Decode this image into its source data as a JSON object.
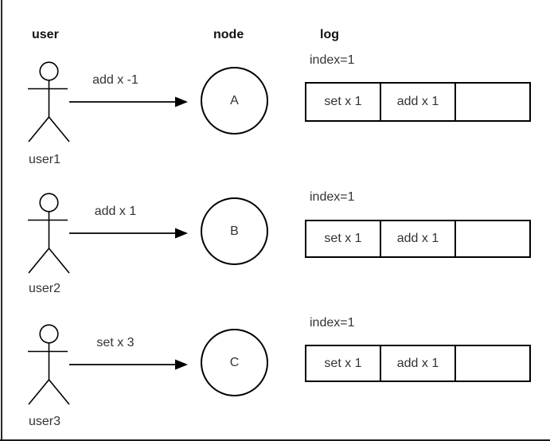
{
  "canvas": {
    "background": "#ffffff",
    "stroke_color": "#000000",
    "text_color": "#333333",
    "border_color": "#262626"
  },
  "headers": {
    "user": "user",
    "node": "node",
    "log": "log"
  },
  "rows": [
    {
      "user_label": "user1",
      "command": "add x -1",
      "node_label": "A",
      "log": {
        "index_label": "index=1",
        "cells": [
          "set x 1",
          "add x 1",
          ""
        ]
      }
    },
    {
      "user_label": "user2",
      "command": "add x 1",
      "node_label": "B",
      "log": {
        "index_label": "index=1",
        "cells": [
          "set x 1",
          "add x 1",
          ""
        ]
      }
    },
    {
      "user_label": "user3",
      "command": "set x 3",
      "node_label": "C",
      "log": {
        "index_label": "index=1",
        "cells": [
          "set x 1",
          "add x 1",
          ""
        ]
      }
    }
  ]
}
